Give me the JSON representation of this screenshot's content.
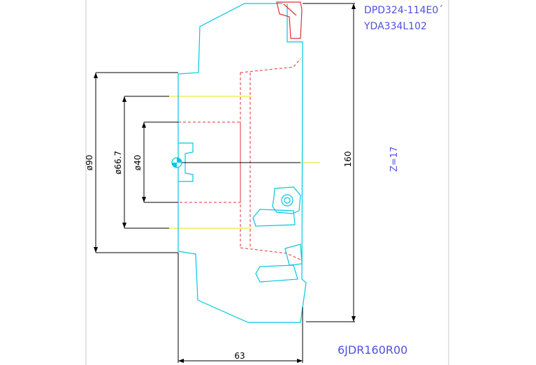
{
  "drawing": {
    "part_codes": {
      "line1": "DPD324-114E0´",
      "line2": "YDA334L102"
    },
    "teeth": "Z=17",
    "model": "6JDR160R00",
    "dimensions": {
      "d90": "ø90",
      "d66_7": "ø66.7",
      "d40": "ø40",
      "height": "160",
      "width": "63"
    },
    "colors": {
      "part": "#00c8e0",
      "hidden": "#e03030",
      "dimension": "#000000",
      "label": "#5050e0",
      "centerline": "#e8e800",
      "gridline": "#c8c8c8"
    }
  }
}
